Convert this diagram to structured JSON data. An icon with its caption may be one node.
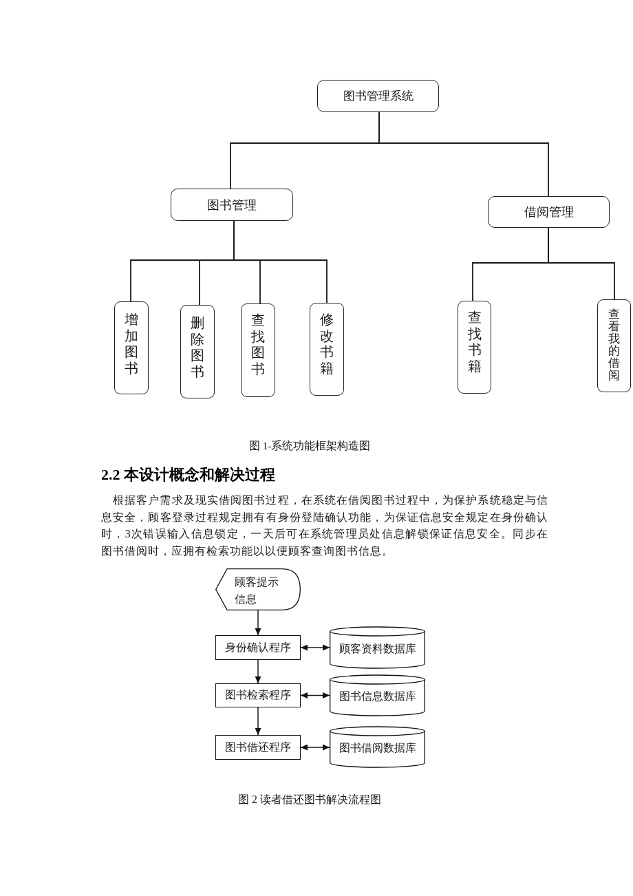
{
  "diagram": {
    "nodes": [
      {
        "text": [
          "图书管理系统"
        ]
      },
      {
        "text": [
          "图书管理"
        ]
      },
      {
        "text": [
          "借阅管理"
        ]
      },
      {
        "text": [
          "增加图书"
        ]
      },
      {
        "text": [
          "删除图书"
        ]
      },
      {
        "text": [
          "查找图书"
        ]
      },
      {
        "text": [
          "修改书籍"
        ]
      },
      {
        "text": [
          "查找书籍"
        ]
      },
      {
        "text": [
          "查看我的借阅"
        ]
      },
      {
        "text": [
          "顾客提示信息"
        ]
      },
      {
        "text": [
          "身份确认程序"
        ]
      },
      {
        "text": [
          "顾客资料数据库"
        ]
      },
      {
        "text": [
          "图书检索程序"
        ]
      },
      {
        "text": [
          "图书信息数据库"
        ]
      },
      {
        "text": [
          "图书借还程序"
        ]
      },
      {
        "text": [
          "图书借阅数据库"
        ]
      }
    ],
    "edges": [
      {
        "from": 0,
        "to": 1,
        "arrow": "none"
      },
      {
        "from": 0,
        "to": 2,
        "arrow": "none"
      },
      {
        "from": 1,
        "to": 3,
        "arrow": "none"
      },
      {
        "from": 1,
        "to": 4,
        "arrow": "none"
      },
      {
        "from": 1,
        "to": 5,
        "arrow": "none"
      },
      {
        "from": 1,
        "to": 6,
        "arrow": "none"
      },
      {
        "from": 2,
        "to": 7,
        "arrow": "none"
      },
      {
        "from": 2,
        "to": 8,
        "arrow": "none"
      },
      {
        "from": 9,
        "to": 10,
        "arrow": "to"
      },
      {
        "from": 10,
        "to": 11,
        "arrow": "both"
      },
      {
        "from": 10,
        "to": 12,
        "arrow": "to"
      },
      {
        "from": 12,
        "to": 13,
        "arrow": "both"
      },
      {
        "from": 12,
        "to": 14,
        "arrow": "to"
      },
      {
        "from": 14,
        "to": 15,
        "arrow": "both"
      }
    ],
    "labels": [
      "图 1-系统功能框架构造图",
      "2.2 本设计概念和解决过程",
      "根据客户需求及现实借阅图书过程，在系统在借阅图书过程中，为保护系统稳定与信息安全，顾客登录过程规定拥有有身份登陆确认功能，为保证信息安全规定在身份确认时，3次错误输入信息锁定，一天后可在系统管理员处信息解锁保证信息安全。同步在图书借阅时，应拥有检索功能以以便顾客查询图书信息。",
      "图 2 读者借还图书解决流程图"
    ]
  }
}
